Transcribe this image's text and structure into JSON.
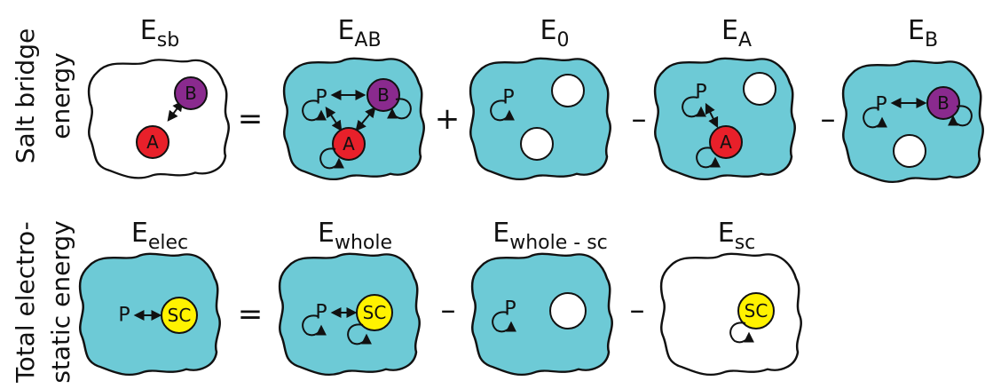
{
  "colors": {
    "solvent": "#6dcad6",
    "empty": "#ffffff",
    "ion_A": "#e8202a",
    "ion_B": "#8a2a8e",
    "ion_SC": "#fff200",
    "line": "#111111"
  },
  "rows": [
    {
      "side_label": [
        "Salt bridge",
        "energy"
      ],
      "operators": [
        "=",
        "+",
        "–",
        "–"
      ],
      "terms": [
        {
          "E": "E",
          "sub": "sb"
        },
        {
          "E": "E",
          "sub": "AB"
        },
        {
          "E": "E",
          "sub": "0"
        },
        {
          "E": "E",
          "sub": "A"
        },
        {
          "E": "E",
          "sub": "B"
        }
      ]
    },
    {
      "side_label": [
        "Total electro-",
        "static energy"
      ],
      "operators": [
        "=",
        "–",
        "–"
      ],
      "terms": [
        {
          "E": "E",
          "sub": "elec"
        },
        {
          "E": "E",
          "sub": "whole"
        },
        {
          "E": "E",
          "sub": "whole - sc"
        },
        {
          "E": "E",
          "sub": "sc"
        }
      ]
    }
  ],
  "ion_labels": {
    "A": "A",
    "B": "B",
    "SC": "SC",
    "P": "P"
  }
}
